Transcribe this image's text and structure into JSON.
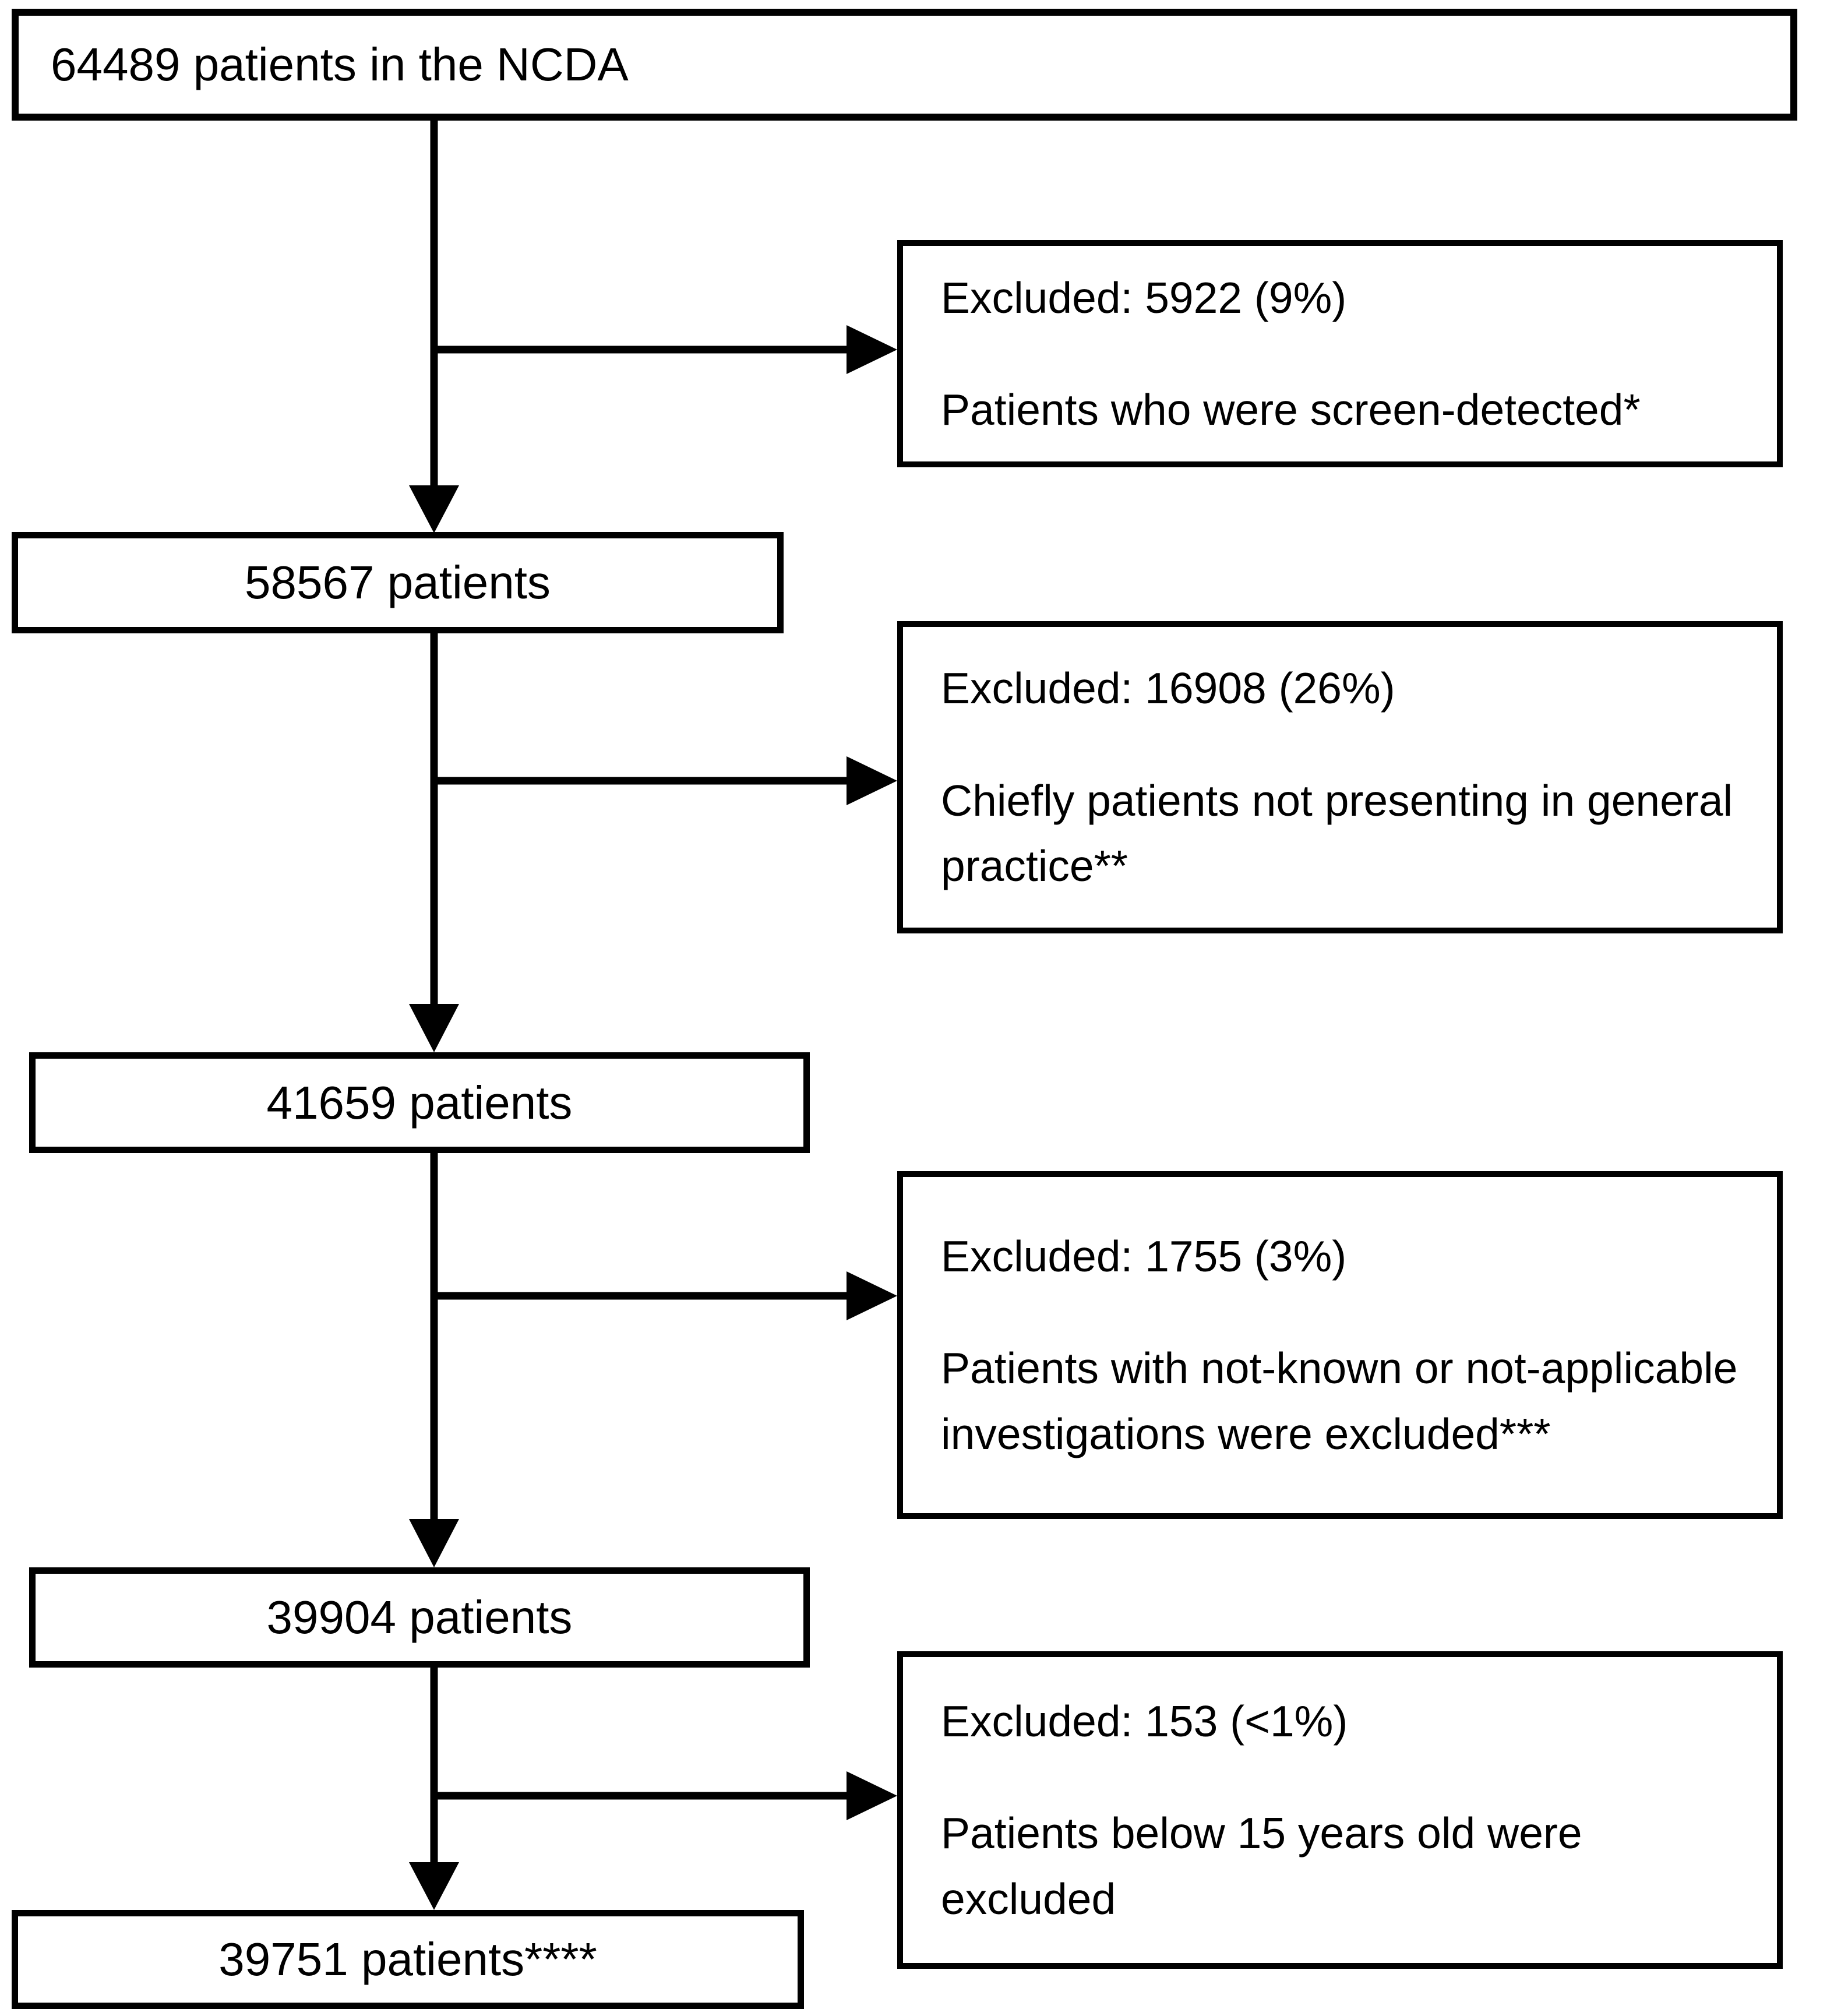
{
  "flowchart": {
    "main_boxes": [
      {
        "label": "64489 patients in the NCDA"
      },
      {
        "label": "58567 patients"
      },
      {
        "label": "41659 patients"
      },
      {
        "label": "39904 patients"
      },
      {
        "label": "39751 patients****"
      }
    ],
    "exclusion_boxes": [
      {
        "header": "Excluded: 5922 (9%)",
        "description": "Patients who were screen-detected*"
      },
      {
        "header": "Excluded: 16908 (26%)",
        "description": "Chiefly patients not presenting in general practice**"
      },
      {
        "header": "Excluded: 1755 (3%)",
        "description": "Patients with not-known or not-applicable investigations were excluded***"
      },
      {
        "header": "Excluded: 153 (<1%)",
        "description": "Patients below 15 years old were excluded"
      }
    ],
    "colors": {
      "line": "#000000",
      "background": "#ffffff",
      "text": "#000000"
    }
  }
}
